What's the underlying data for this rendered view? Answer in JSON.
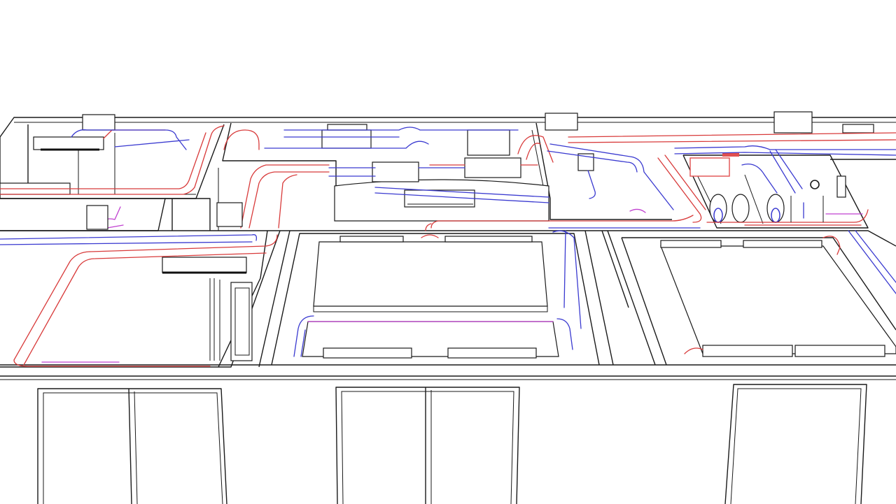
{
  "scene": {
    "kind": "3d-bim-hvac-view",
    "background": "#ffffff",
    "line_color": "#1a1a1a",
    "supply_duct_color": "#d83a3a",
    "return_duct_color": "#3a3ad0",
    "exhaust_duct_color": "#c040d0",
    "equipment_highlight_color": "#e05050"
  },
  "legend_icons": [
    "supply-duct",
    "return-duct",
    "exhaust-duct",
    "fan-coil-unit",
    "window"
  ]
}
